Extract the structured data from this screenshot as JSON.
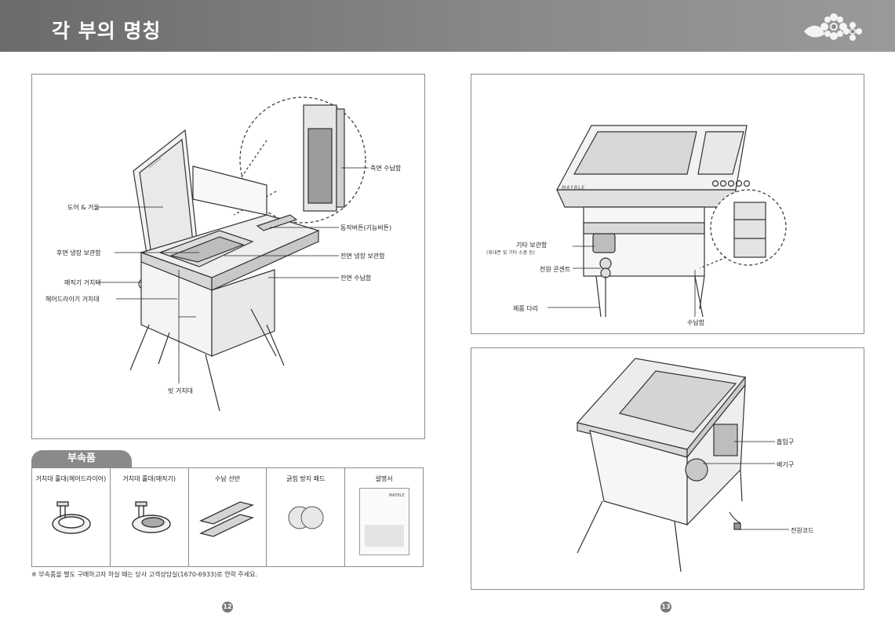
{
  "header": {
    "title": "각 부의 명칭"
  },
  "diagram1": {
    "labels": {
      "door_mirror": "도어 & 거울",
      "rear_fridge": "후면 냉장 보관함",
      "straightener_holder": "매직기 거치대",
      "dryer_holder": "헤어드라이기 거치대",
      "comb_holder": "빗 거치대",
      "side_storage": "측면 수납함",
      "operation_button": "동작버튼(기능버튼)",
      "front_fridge": "전면 냉장 보관함",
      "front_storage": "전면 수납함"
    }
  },
  "accessories": {
    "title": "부속품",
    "items": [
      "거치대  홀대(헤어드라이어)",
      "거치대  홀대(매직기)",
      "수납 선반",
      "긁힘 방지 패드",
      "설명서"
    ],
    "manual_brand": "MAYBLE",
    "note": "※ 부속품을 별도 구매하고자 하실 때는 당사 고객상담실(1670-6933)로 연락 주세요."
  },
  "diagram2": {
    "brand": "MAYBLE",
    "labels": {
      "other_storage": "기타 보관함",
      "other_storage_sub": "(휴대폰 및 기타 소품 등)",
      "power_outlet": "전원 콘센트",
      "product_leg": "제품 다리",
      "storage": "수납함"
    }
  },
  "diagram3": {
    "labels": {
      "intake": "흡입구",
      "exhaust": "배기구",
      "power_cord": "전원코드"
    }
  },
  "pages": {
    "left": "12",
    "right": "13"
  }
}
